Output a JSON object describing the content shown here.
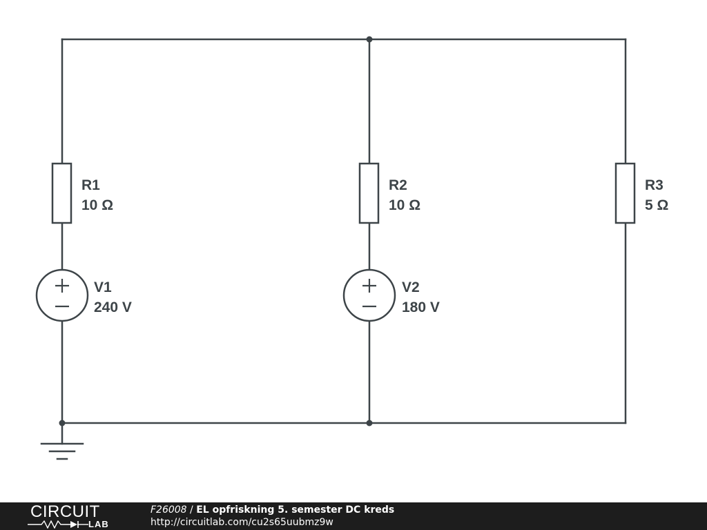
{
  "components": {
    "R1": {
      "name": "R1",
      "value": "10 Ω"
    },
    "R2": {
      "name": "R2",
      "value": "10 Ω"
    },
    "R3": {
      "name": "R3",
      "value": "5 Ω"
    },
    "V1": {
      "name": "V1",
      "value": "240 V"
    },
    "V2": {
      "name": "V2",
      "value": "180 V"
    }
  },
  "footer": {
    "brand_top": "CIRCUIT",
    "brand_bottom": "LAB",
    "file_id": "F26008",
    "separator": " / ",
    "title": "EL opfriskning 5. semester DC kreds",
    "url": "http://circuitlab.com/cu2s65uubmz9w"
  },
  "colors": {
    "wire": "#3d4448",
    "footer_bg": "#1d1d1d",
    "footer_text": "#ffffff"
  }
}
